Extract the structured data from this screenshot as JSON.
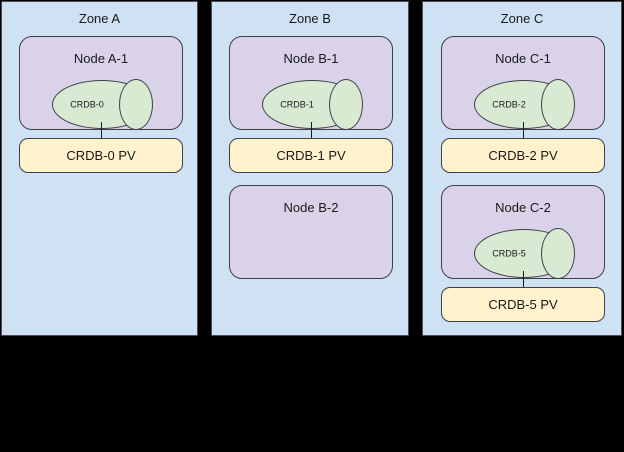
{
  "diagram": {
    "background_color": "#000000",
    "zone_fill": "#cfe2f3",
    "node_fill": "#d9d2e9",
    "pod_fill": "#d9ead3",
    "pv_fill": "#fff2cc",
    "stroke_color": "#3f3f4a"
  },
  "zones": [
    {
      "id": "zone-a",
      "label": "Zone A",
      "nodes": [
        {
          "id": "node-a-1",
          "label": "Node A-1",
          "pod": {
            "label": "CRDB-0"
          },
          "pv": {
            "label": "CRDB-0 PV"
          }
        }
      ]
    },
    {
      "id": "zone-b",
      "label": "Zone B",
      "nodes": [
        {
          "id": "node-b-1",
          "label": "Node B-1",
          "pod": {
            "label": "CRDB-1"
          },
          "pv": {
            "label": "CRDB-1 PV"
          }
        },
        {
          "id": "node-b-2",
          "label": "Node B-2",
          "pod": null,
          "pv": null
        }
      ]
    },
    {
      "id": "zone-c",
      "label": "Zone C",
      "nodes": [
        {
          "id": "node-c-1",
          "label": "Node C-1",
          "pod": {
            "label": "CRDB-2"
          },
          "pv": {
            "label": "CRDB-2 PV"
          }
        },
        {
          "id": "node-c-2",
          "label": "Node C-2",
          "pod": {
            "label": "CRDB-5"
          },
          "pv": {
            "label": "CRDB-5 PV"
          }
        }
      ]
    }
  ]
}
